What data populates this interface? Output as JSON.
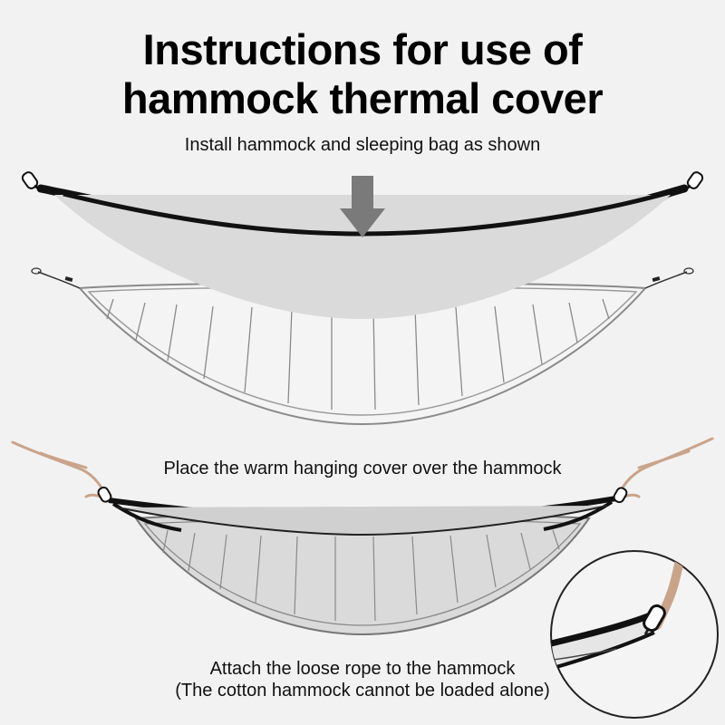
{
  "title": {
    "line1": "Instructions for use of",
    "line2": "hammock thermal cover"
  },
  "steps": [
    {
      "caption": "Install hammock and sleeping bag as shown"
    },
    {
      "caption": "Place the warm hanging cover over the hammock"
    },
    {
      "caption_line1": "Attach the loose rope to the hammock",
      "caption_line2": "(The cotton hammock cannot be loaded alone)"
    }
  ],
  "colors": {
    "background": "#f2f2f2",
    "hammock_fill": "#d9d9d9",
    "hammock_edge": "#111111",
    "cover_outline": "#777777",
    "arrow": "#7a7a7a",
    "rope": "#c9a48a"
  },
  "icons": [
    "down-arrow-icon",
    "carabiner-icon",
    "rope-icon",
    "detail-zoom-circle"
  ]
}
